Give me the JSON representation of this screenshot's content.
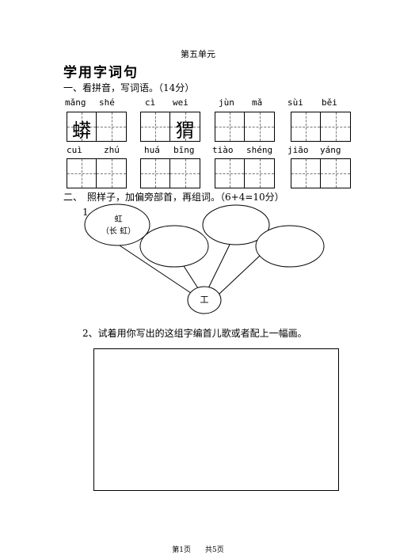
{
  "header": {
    "unit": "第五单元",
    "title": "学用字词句"
  },
  "section1": {
    "heading": "一、看拼音，写词语。（14分）",
    "row1": [
      {
        "pinyin": [
          "mǎng",
          "shé"
        ],
        "chars": [
          "蟒",
          ""
        ]
      },
      {
        "pinyin": [
          "cì",
          "wei"
        ],
        "chars": [
          "",
          "猬"
        ]
      },
      {
        "pinyin": [
          "jùn",
          "mǎ"
        ],
        "chars": [
          "",
          ""
        ]
      },
      {
        "pinyin": [
          "sùi",
          "běi"
        ],
        "chars": [
          "",
          ""
        ]
      }
    ],
    "row2": [
      {
        "pinyin": [
          "cuì",
          "zhú"
        ],
        "chars": [
          "",
          ""
        ]
      },
      {
        "pinyin": [
          "huá",
          "bīng"
        ],
        "chars": [
          "",
          ""
        ]
      },
      {
        "pinyin": [
          "tiào",
          "shéng"
        ],
        "chars": [
          "",
          ""
        ]
      },
      {
        "pinyin": [
          "jiāo",
          "yáng"
        ],
        "chars": [
          "",
          ""
        ]
      }
    ]
  },
  "section2": {
    "heading": "二、　照样子，加偏旁部首，再组词。（6+4=10分）",
    "sub1_label": "1、",
    "example_char": "虹",
    "example_word": "（长 虹）",
    "hub_char": "工",
    "sub2_text": "2、试着用你写出的这组字编首儿歌或者配上一幅画。"
  },
  "footer": {
    "page": "第1页　　共5页"
  }
}
